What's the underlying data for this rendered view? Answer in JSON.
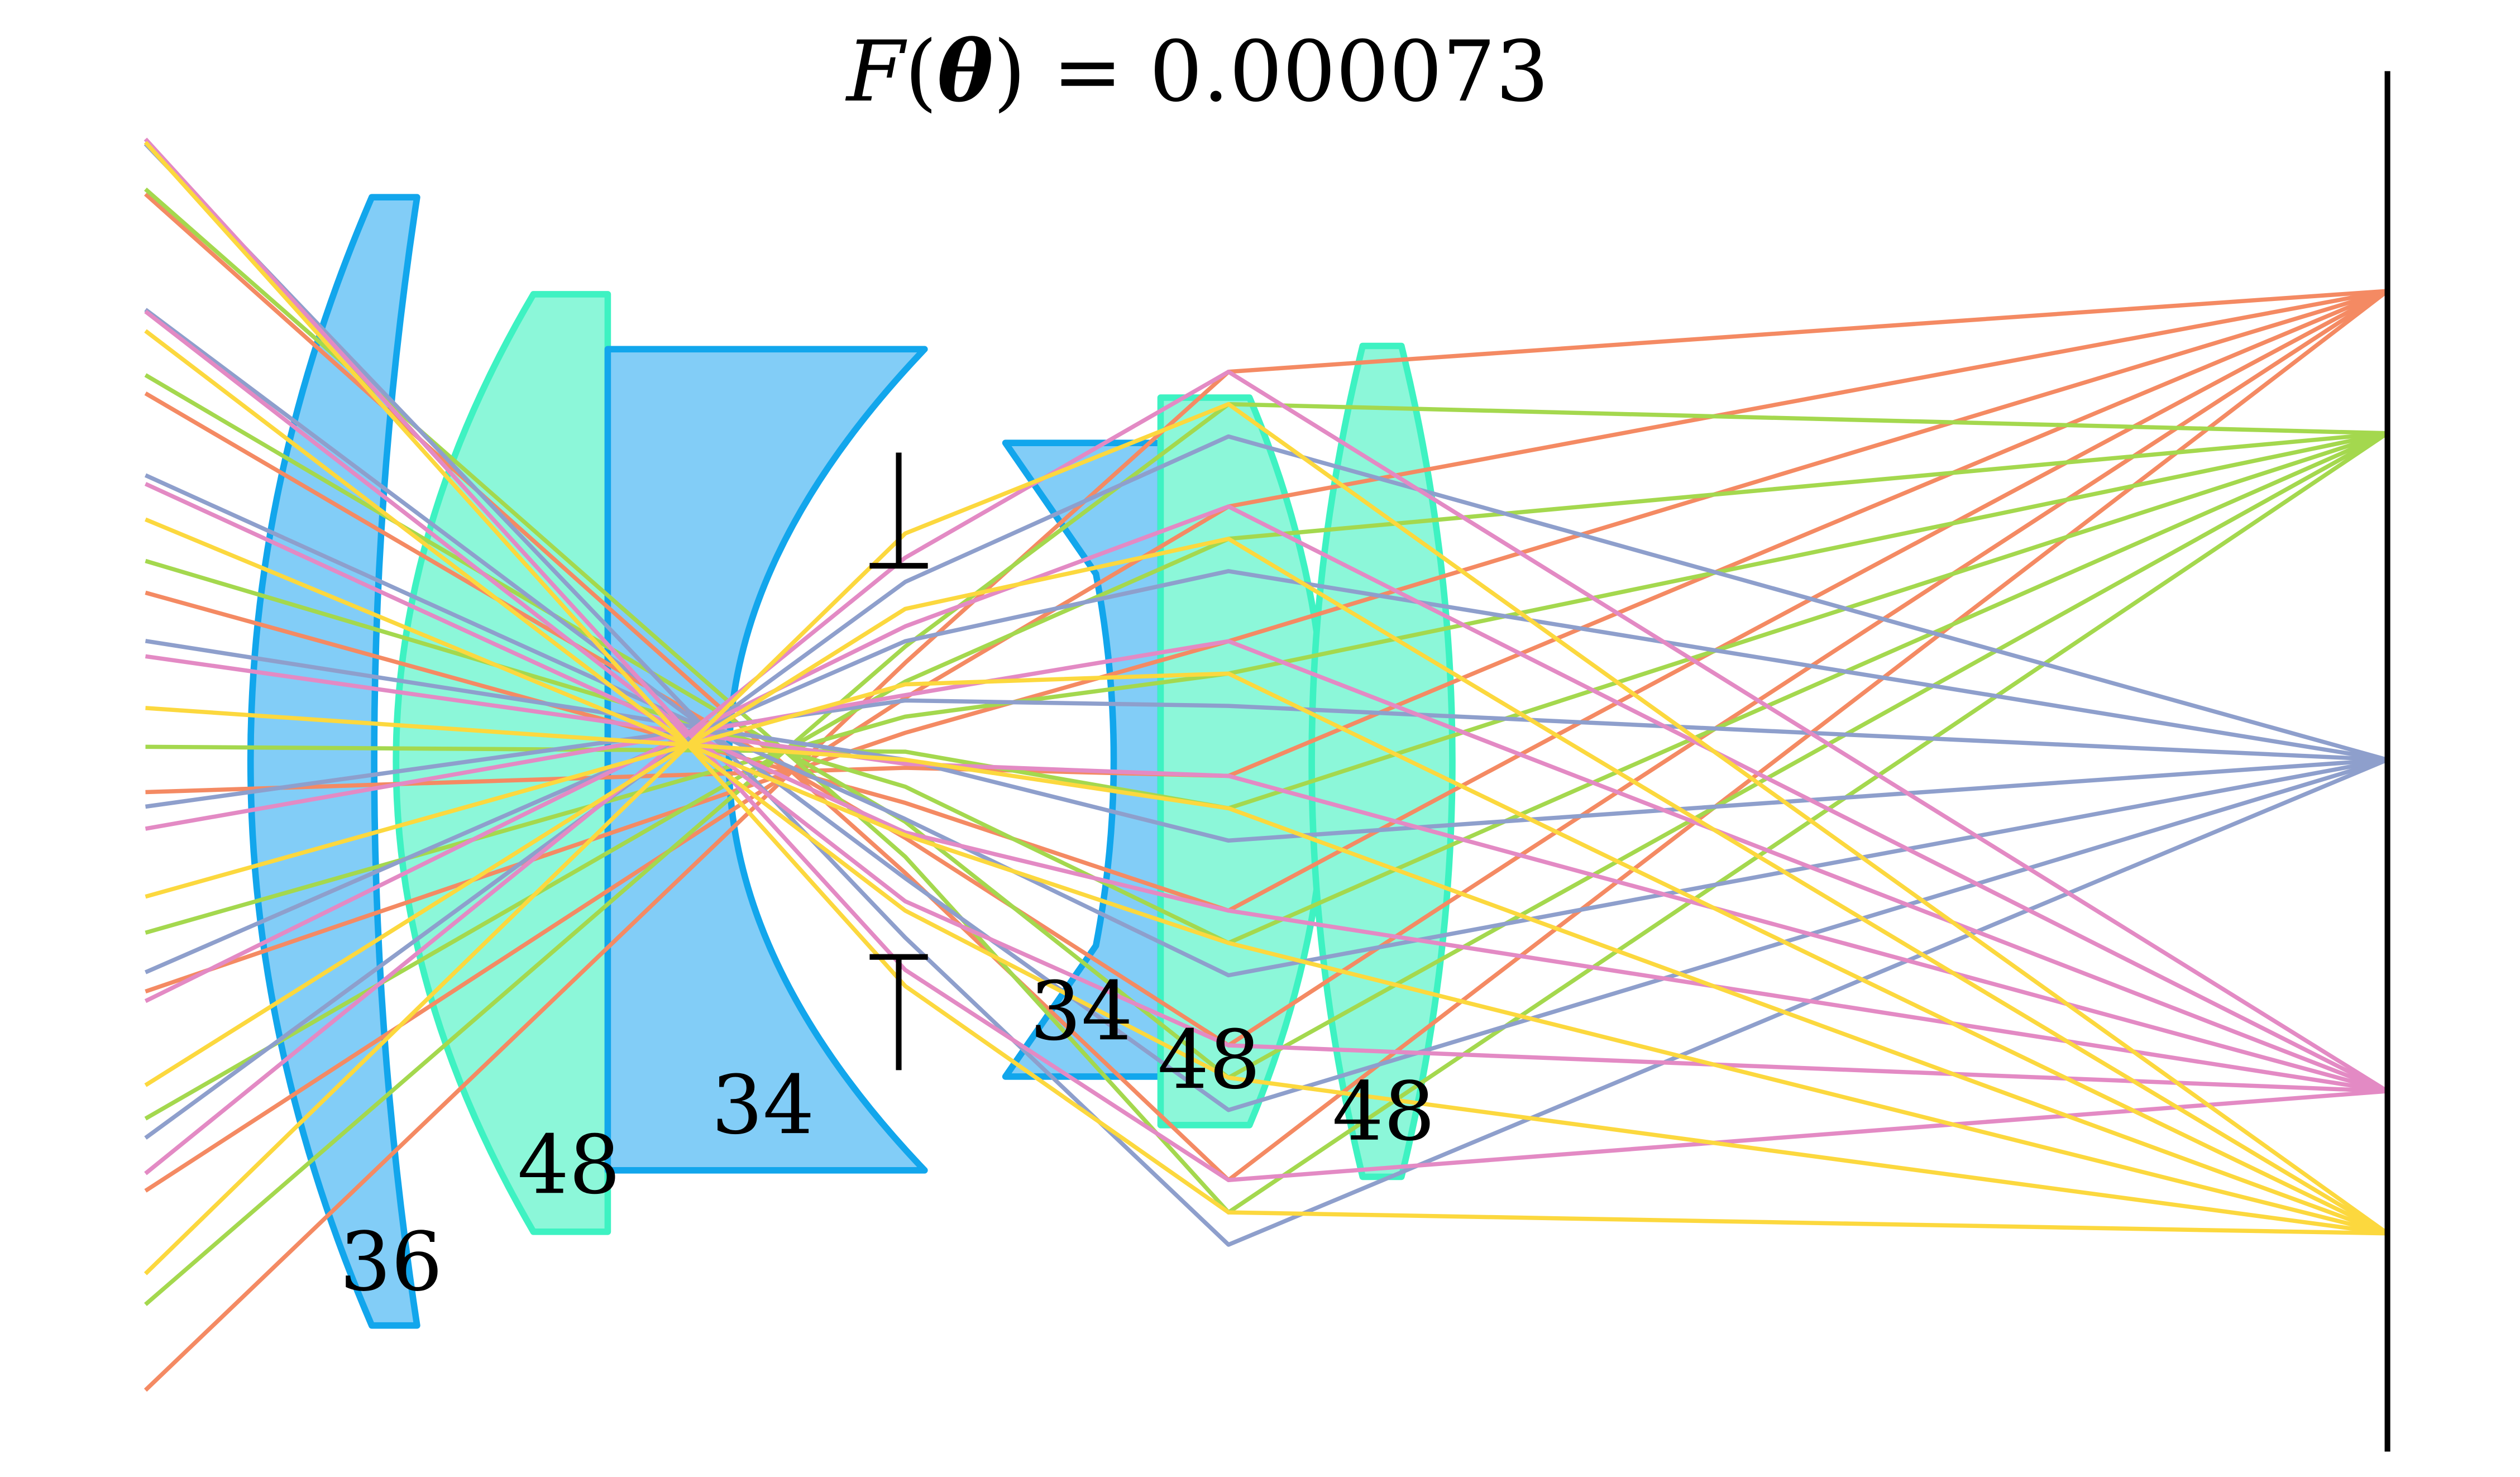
{
  "title": {
    "func": "F",
    "open": "(",
    "param": "θ",
    "close": ")",
    "equals": " = ",
    "value": "0.000073"
  },
  "lens_labels": [
    "36",
    "48",
    "34",
    "34",
    "48",
    "48"
  ],
  "materials": {
    "36": {
      "fill": "#82cdf7",
      "stroke": "#12a6ec"
    },
    "34": {
      "fill": "#82cdf7",
      "stroke": "#12a6ec"
    },
    "48": {
      "fill": "#8cf7d9",
      "stroke": "#3ef2c2"
    }
  },
  "field_colors": [
    "#f48a63",
    "#a4d84e",
    "#8e9fcc",
    "#e38ac4",
    "#fcd83e"
  ],
  "rays_per_field": 7,
  "ink_color": "#000000"
}
